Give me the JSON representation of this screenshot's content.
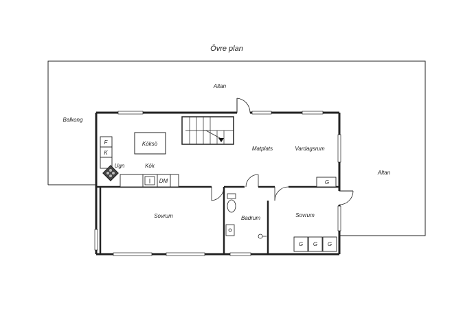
{
  "title": "Övre plan",
  "rooms": {
    "altan_top": "Altan",
    "altan_right": "Altan",
    "balkong": "Balkong",
    "koksö": "Köksö",
    "kok": "Kök",
    "matplats": "Matplats",
    "vardagsrum": "Vardagsrum",
    "sovrum_left": "Sovrum",
    "badrum": "Badrum",
    "sovrum_right": "Sovrum"
  },
  "fixtures": {
    "fridge": "F",
    "freezer": "K",
    "oven": "Ugn",
    "dishwasher": "DM",
    "closet_living": "G",
    "closets": [
      "G",
      "G",
      "G"
    ]
  }
}
